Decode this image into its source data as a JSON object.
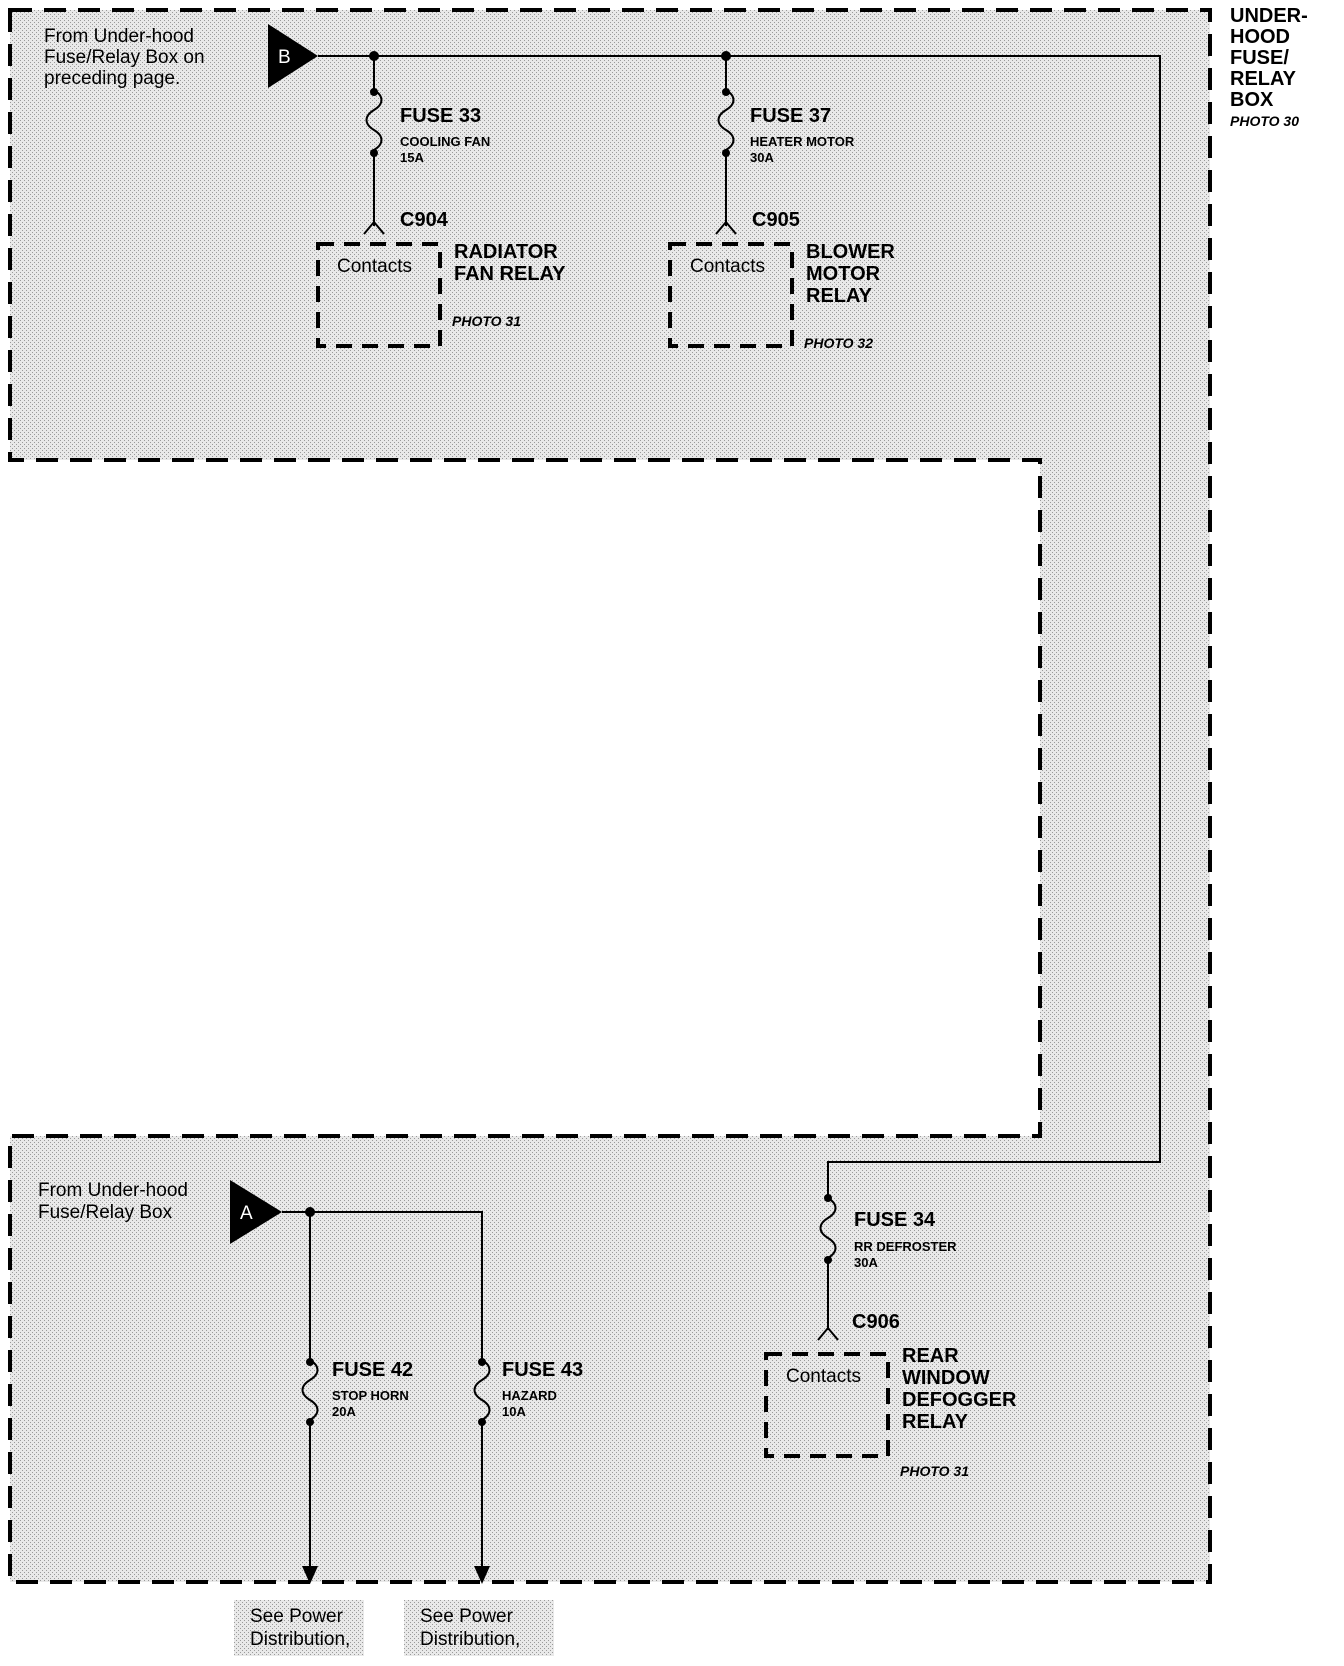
{
  "box_label": [
    "UNDER-",
    "HOOD",
    "FUSE/",
    "RELAY",
    "BOX"
  ],
  "box_photo": "PHOTO 30",
  "source_b": {
    "letter": "B",
    "text": [
      "From Under-hood",
      "Fuse/Relay Box on",
      "preceding page."
    ]
  },
  "source_a": {
    "letter": "A",
    "text": [
      "From Under-hood",
      "Fuse/Relay Box"
    ]
  },
  "fuses": {
    "f33": {
      "name": "FUSE 33",
      "desc": "COOLING FAN",
      "amps": "15A"
    },
    "f37": {
      "name": "FUSE 37",
      "desc": "HEATER MOTOR",
      "amps": "30A"
    },
    "f34": {
      "name": "FUSE 34",
      "desc": "RR DEFROSTER",
      "amps": "30A"
    },
    "f42": {
      "name": "FUSE 42",
      "desc": "STOP HORN",
      "amps": "20A"
    },
    "f43": {
      "name": "FUSE 43",
      "desc": "HAZARD",
      "amps": "10A"
    }
  },
  "connectors": {
    "c904": "C904",
    "c905": "C905",
    "c906": "C906"
  },
  "relays": {
    "radiator": {
      "contacts": "Contacts",
      "name": [
        "RADIATOR",
        "FAN RELAY"
      ],
      "photo": "PHOTO 31"
    },
    "blower": {
      "contacts": "Contacts",
      "name": [
        "BLOWER",
        "MOTOR",
        "RELAY"
      ],
      "photo": "PHOTO 32"
    },
    "defogger": {
      "contacts": "Contacts",
      "name": [
        "REAR",
        "WINDOW",
        "DEFOGGER",
        "RELAY"
      ],
      "photo": "PHOTO 31"
    }
  },
  "see_notes": [
    [
      "See Power",
      "Distribution,"
    ],
    [
      "See Power",
      "Distribution,"
    ]
  ]
}
